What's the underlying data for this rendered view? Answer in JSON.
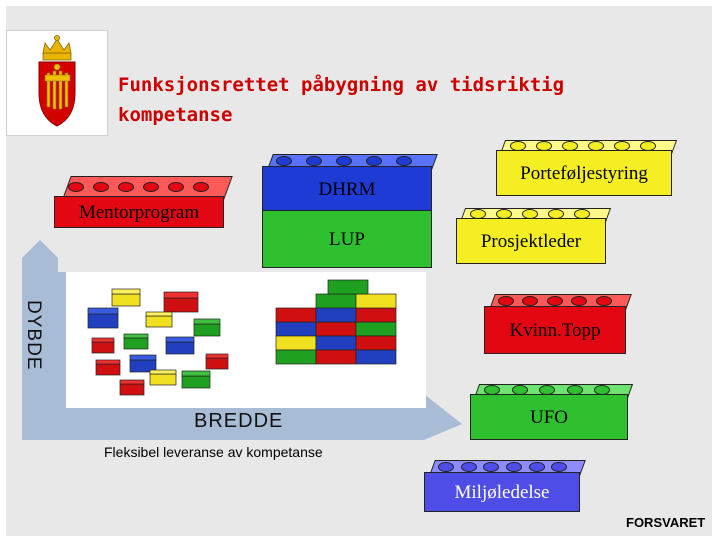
{
  "title": "Funksjonsrettet påbygning av tidsriktig kompetanse",
  "axis": {
    "vertical": "DYBDE",
    "horizontal": "BREDDE"
  },
  "subtitle": "Fleksibel leveranse av kompetanse",
  "brand": "FORSVARET",
  "colors": {
    "red": "#e30613",
    "blue": "#1f3bd6",
    "yellow": "#f5ee22",
    "green": "#2fc030",
    "purple": "#4e4de8",
    "arrow": "#a9bcd6",
    "title": "#cc0000"
  },
  "bricks": [
    {
      "id": "mentorprogram",
      "label": "Mentorprogram",
      "color": "red"
    },
    {
      "id": "dhrm",
      "label": "DHRM",
      "color": "blue"
    },
    {
      "id": "lup",
      "label": "LUP",
      "color": "green"
    },
    {
      "id": "portefoljestyring",
      "label": "Porteføljestyring",
      "color": "yellow"
    },
    {
      "id": "prosjektleder",
      "label": "Prosjektleder",
      "color": "yellow"
    },
    {
      "id": "kvinntopp",
      "label": "Kvinn.Topp",
      "color": "red"
    },
    {
      "id": "ufo",
      "label": "UFO",
      "color": "green"
    },
    {
      "id": "miljoledelse",
      "label": "Miljøledelse",
      "color": "purple"
    }
  ]
}
